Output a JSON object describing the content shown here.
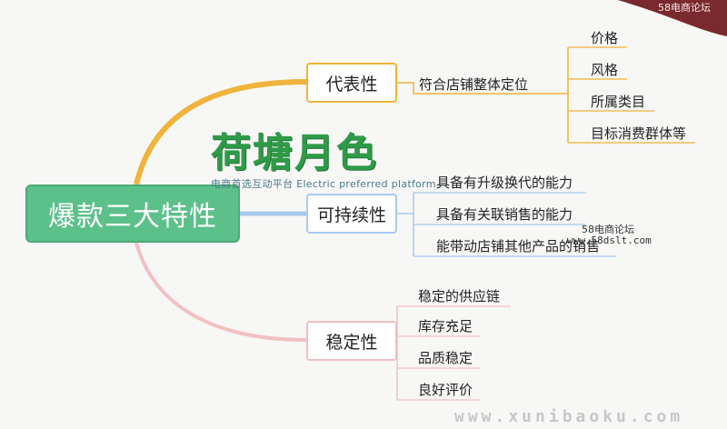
{
  "corner_watermark": "58电商论坛",
  "root": {
    "label": "爆款三大特性"
  },
  "logo": {
    "title": "荷塘月色",
    "subtitle": "电商首选互动平台 Electric preferred platform"
  },
  "branches": [
    {
      "label": "代表性",
      "children": [
        "符合店铺整体定位"
      ]
    },
    {
      "label": "可持续性",
      "children": [
        "具备有升级换代的能力",
        "具备有关联销售的能力",
        "能带动店铺其他产品的销售"
      ]
    },
    {
      "label": "稳定性",
      "children": [
        "稳定的供应链",
        "库存充足",
        "品质稳定",
        "良好评价"
      ]
    }
  ],
  "sub_leaves": [
    "价格",
    "风格",
    "所属类目",
    "目标消费群体等"
  ],
  "watermarks": {
    "forum": "58电商论坛",
    "site_small": "www.58dslt.com",
    "site_bottom": "www.xunibaoku.com"
  },
  "colors": {
    "root": "#5cc08a",
    "branch1": "#f0b33b",
    "branch2": "#a9c9ee",
    "branch3": "#f1c0c2",
    "logo": "#2f9a48"
  }
}
